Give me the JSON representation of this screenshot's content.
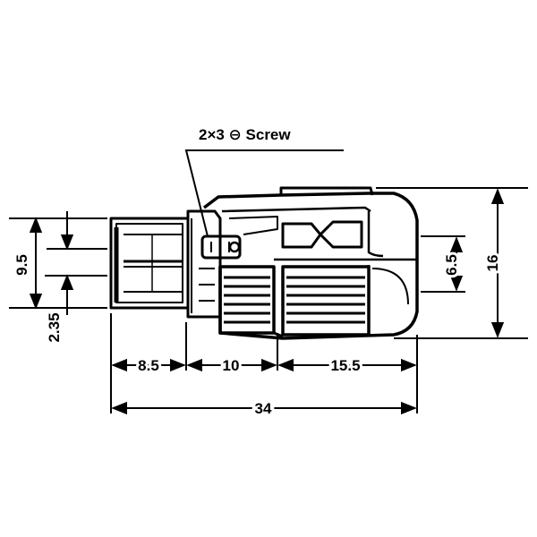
{
  "labels": {
    "screw": "2×3 ⊖ Screw",
    "dim_9_5": "9.5",
    "dim_2_35": "2.35",
    "dim_8_5": "8.5",
    "dim_10": "10",
    "dim_15_5": "15.5",
    "dim_34": "34",
    "dim_6_5": "6.5",
    "dim_16": "16"
  },
  "colors": {
    "ink": "#000000",
    "paper": "#ffffff"
  }
}
